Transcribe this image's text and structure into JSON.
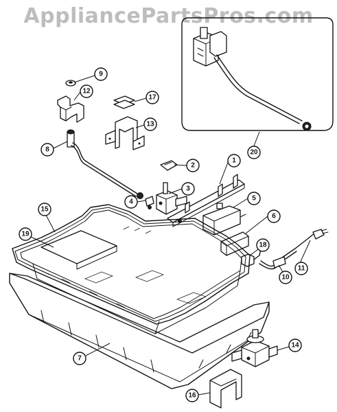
{
  "watermark": "AppliancePartsPros.com",
  "callouts": [
    {
      "id": "1"
    },
    {
      "id": "2"
    },
    {
      "id": "3"
    },
    {
      "id": "4"
    },
    {
      "id": "5"
    },
    {
      "id": "6"
    },
    {
      "id": "7"
    },
    {
      "id": "8"
    },
    {
      "id": "9"
    },
    {
      "id": "10"
    },
    {
      "id": "11"
    },
    {
      "id": "12"
    },
    {
      "id": "13"
    },
    {
      "id": "14"
    },
    {
      "id": "15"
    },
    {
      "id": "16"
    },
    {
      "id": "17"
    },
    {
      "id": "18"
    },
    {
      "id": "19"
    },
    {
      "id": "20"
    }
  ]
}
